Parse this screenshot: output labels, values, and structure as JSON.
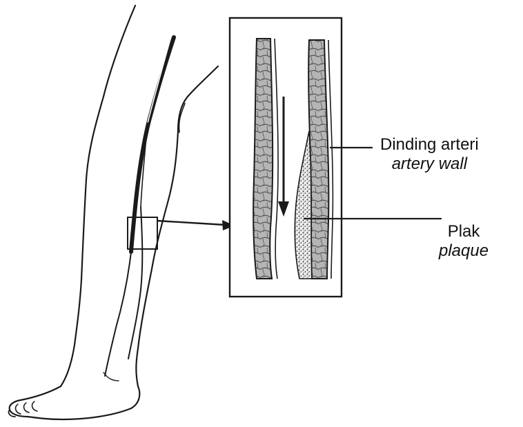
{
  "labels": {
    "artery_wall": {
      "primary": "Dinding arteri",
      "secondary": "artery wall"
    },
    "plaque": {
      "primary": "Plak",
      "secondary": "plaque"
    }
  },
  "colors": {
    "ink": "#1a1a1a",
    "vessel_fill": "#b9b9b9",
    "plaque_fill": "#e6e6e6"
  }
}
